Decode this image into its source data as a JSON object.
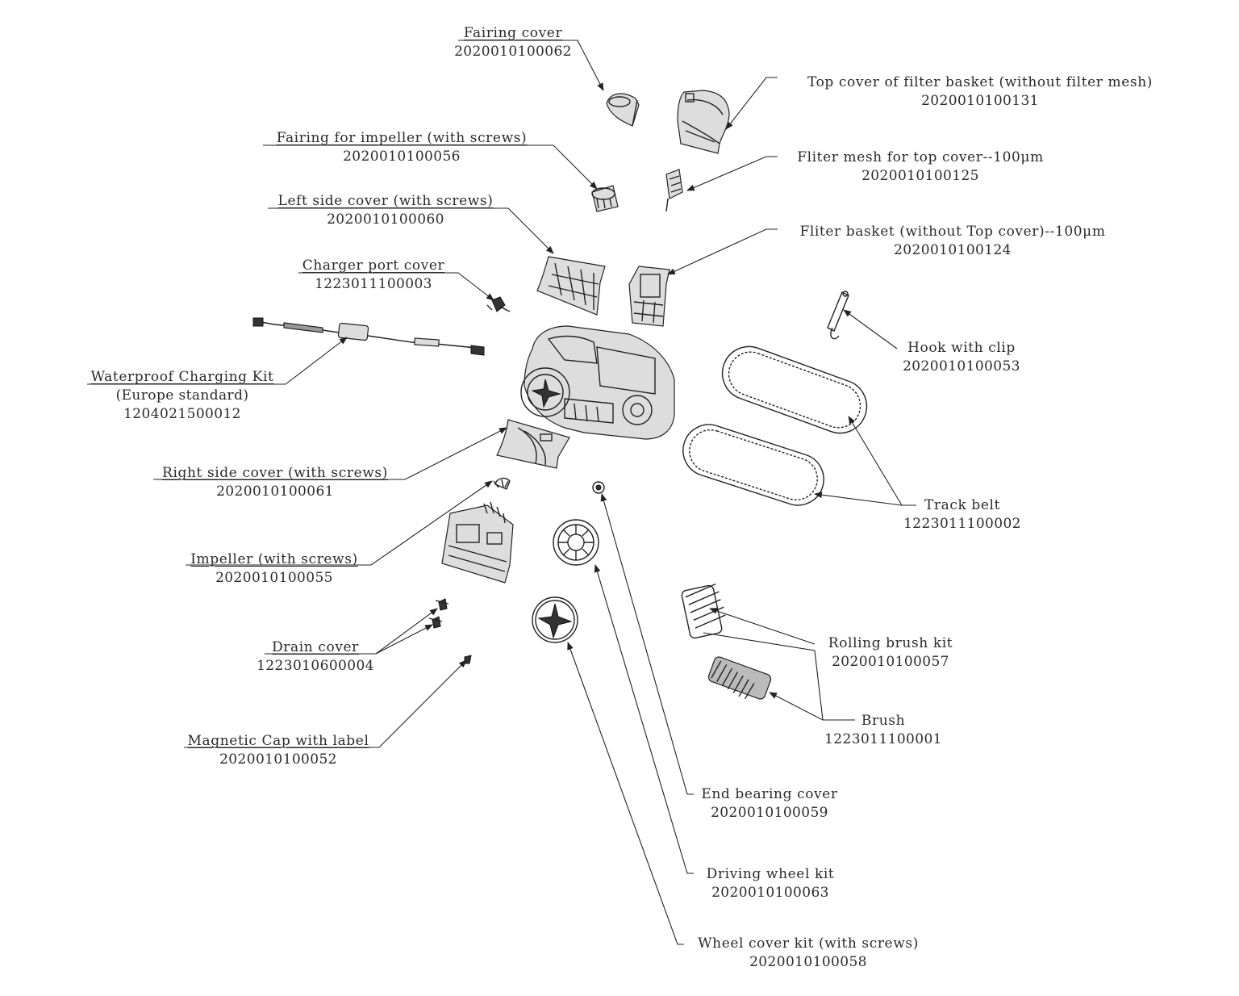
{
  "parts": [
    {
      "id": "fairing-cover",
      "name": "Fairing cover",
      "code": "2020010100062",
      "sub": ""
    },
    {
      "id": "top-cover",
      "name": "Top cover of filter basket (without filter mesh)",
      "code": "2020010100131",
      "sub": ""
    },
    {
      "id": "fairing-impeller",
      "name": "Fairing for impeller (with screws)",
      "code": "2020010100056",
      "sub": ""
    },
    {
      "id": "filter-mesh",
      "name": "Fliter mesh for top cover--100μm",
      "code": "2020010100125",
      "sub": ""
    },
    {
      "id": "left-side-cover",
      "name": "Left side cover (with screws)",
      "code": "2020010100060",
      "sub": ""
    },
    {
      "id": "filter-basket",
      "name": "Fliter basket (without Top cover)--100μm",
      "code": "2020010100124",
      "sub": ""
    },
    {
      "id": "charger-port-cover",
      "name": "Charger port cover",
      "code": "1223011100003",
      "sub": ""
    },
    {
      "id": "hook-clip",
      "name": "Hook with clip",
      "code": "2020010100053",
      "sub": ""
    },
    {
      "id": "charging-kit",
      "name": "Waterproof Charging Kit",
      "code": "1204021500012",
      "sub": "(Europe standard)"
    },
    {
      "id": "right-side-cover",
      "name": "Right side cover (with screws)",
      "code": "2020010100061",
      "sub": ""
    },
    {
      "id": "track-belt",
      "name": "Track belt",
      "code": "1223011100002",
      "sub": ""
    },
    {
      "id": "impeller",
      "name": "Impeller (with screws)",
      "code": "2020010100055",
      "sub": ""
    },
    {
      "id": "rolling-brush",
      "name": "Rolling brush kit",
      "code": "2020010100057",
      "sub": ""
    },
    {
      "id": "drain-cover",
      "name": "Drain cover",
      "code": "1223010600004",
      "sub": ""
    },
    {
      "id": "brush",
      "name": "Brush",
      "code": "1223011100001",
      "sub": ""
    },
    {
      "id": "magnetic-cap",
      "name": "Magnetic Cap with label",
      "code": "2020010100052",
      "sub": ""
    },
    {
      "id": "end-bearing-cover",
      "name": "End bearing cover",
      "code": "2020010100059",
      "sub": ""
    },
    {
      "id": "driving-wheel",
      "name": "Driving wheel kit",
      "code": "2020010100063",
      "sub": ""
    },
    {
      "id": "wheel-cover",
      "name": "Wheel cover kit (with screws)",
      "code": "2020010100058",
      "sub": ""
    }
  ]
}
